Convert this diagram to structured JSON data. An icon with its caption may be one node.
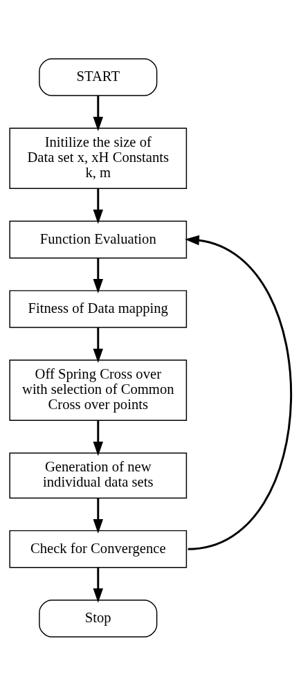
{
  "diagram": {
    "nodes": [
      {
        "text": [
          "START"
        ]
      },
      {
        "text": [
          "Initilize the size of Data set x, xH Constants k, m"
        ]
      },
      {
        "text": [
          "Function Evaluation"
        ]
      },
      {
        "text": [
          "Fitness of Data mapping"
        ]
      },
      {
        "text": [
          "Off Spring Cross over with selection of Common Cross over points"
        ]
      },
      {
        "text": [
          "Generation of new individual data sets"
        ]
      },
      {
        "text": [
          "Check for Convergence"
        ]
      },
      {
        "text": [
          "Stop"
        ]
      }
    ],
    "edges": [
      {
        "from": 0,
        "to": 1,
        "arrow": "to"
      },
      {
        "from": 1,
        "to": 2,
        "arrow": "to"
      },
      {
        "from": 2,
        "to": 3,
        "arrow": "to"
      },
      {
        "from": 3,
        "to": 4,
        "arrow": "to"
      },
      {
        "from": 4,
        "to": 5,
        "arrow": "to"
      },
      {
        "from": 5,
        "to": 6,
        "arrow": "to"
      },
      {
        "from": 6,
        "to": 7,
        "arrow": "to"
      },
      {
        "from": 6,
        "to": 2,
        "arrow": "to"
      }
    ]
  }
}
